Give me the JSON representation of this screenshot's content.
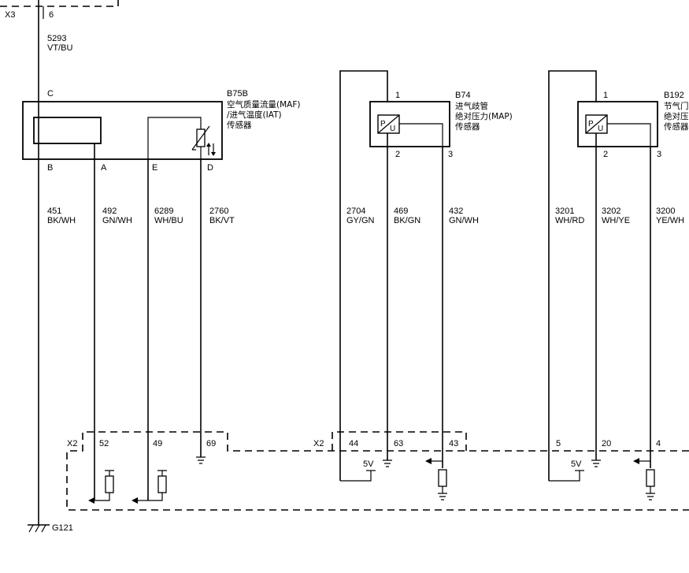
{
  "connectors": {
    "x3": "X3",
    "x3_pin": "6",
    "x2_left": "X2",
    "x2_right": "X2",
    "ground": "G121"
  },
  "top_wire": {
    "circuit": "5293",
    "color": "VT/BU"
  },
  "b75b": {
    "id": "B75B",
    "name_lines": [
      "空气质量流量(MAF)",
      "/进气温度(IAT)",
      "传感器"
    ],
    "top_pin": "C",
    "pins": [
      "B",
      "A",
      "E",
      "D"
    ]
  },
  "b74": {
    "id": "B74",
    "name_lines": [
      "进气歧管",
      "绝对压力(MAP)",
      "传感器"
    ],
    "pins": [
      "1",
      "2",
      "3"
    ]
  },
  "b192": {
    "id": "B192",
    "name_lines": [
      "节气门",
      "绝对压",
      "传感器"
    ],
    "pins": [
      "1",
      "2",
      "3"
    ]
  },
  "wires": [
    {
      "circuit": "451",
      "color": "BK/WH"
    },
    {
      "circuit": "492",
      "color": "GN/WH"
    },
    {
      "circuit": "6289",
      "color": "WH/BU"
    },
    {
      "circuit": "2760",
      "color": "BK/VT"
    },
    {
      "circuit": "2704",
      "color": "GY/GN"
    },
    {
      "circuit": "469",
      "color": "BK/GN"
    },
    {
      "circuit": "432",
      "color": "GN/WH"
    },
    {
      "circuit": "3201",
      "color": "WH/RD"
    },
    {
      "circuit": "3202",
      "color": "WH/YE"
    },
    {
      "circuit": "3200",
      "color": "YE/WH"
    }
  ],
  "ecm_pins": [
    "52",
    "49",
    "69",
    "44",
    "63",
    "43",
    "5",
    "20",
    "4"
  ],
  "supply_labels": [
    "5V",
    "5V"
  ],
  "sensor_symbol": {
    "p": "P",
    "u": "U"
  }
}
